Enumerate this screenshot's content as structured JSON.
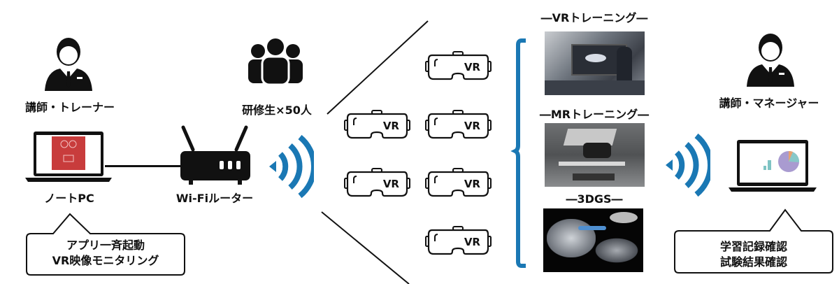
{
  "left": {
    "trainer_label": "講師・トレーナー",
    "trainees_label": "研修生×50人",
    "laptop_label": "ノートPC",
    "router_label": "Wi-Fiルーター",
    "callout_lines": [
      "アプリ一斉起動",
      "VR映像モニタリング"
    ]
  },
  "headsets": [
    "VR",
    "VR",
    "VR",
    "VR",
    "VR",
    "VR"
  ],
  "contents": [
    {
      "title": "―VRトレーニング―"
    },
    {
      "title": "―MRトレーニング―"
    },
    {
      "title": "―3DGS―"
    }
  ],
  "right": {
    "manager_label": "講師・マネージャー",
    "callout_lines": [
      "学習記録確認",
      "試験結果確認"
    ]
  },
  "colors": {
    "accent": "#1a78b4",
    "laptop_screen": "#c83c3c"
  }
}
